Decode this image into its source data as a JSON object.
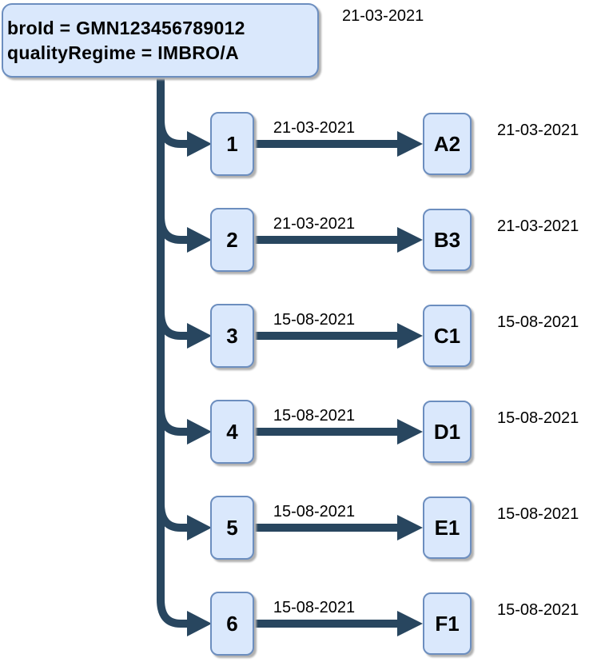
{
  "root": {
    "line1": "broId = GMN123456789012",
    "line2": "qualityRegime = IMBRO/A",
    "date": "21-03-2021"
  },
  "rows": [
    {
      "source": "1",
      "edge_date": "21-03-2021",
      "target": "A2",
      "target_date": "21-03-2021"
    },
    {
      "source": "2",
      "edge_date": "21-03-2021",
      "target": "B3",
      "target_date": "21-03-2021"
    },
    {
      "source": "3",
      "edge_date": "15-08-2021",
      "target": "C1",
      "target_date": "15-08-2021"
    },
    {
      "source": "4",
      "edge_date": "15-08-2021",
      "target": "D1",
      "target_date": "15-08-2021"
    },
    {
      "source": "5",
      "edge_date": "15-08-2021",
      "target": "E1",
      "target_date": "15-08-2021"
    },
    {
      "source": "6",
      "edge_date": "15-08-2021",
      "target": "F1",
      "target_date": "15-08-2021"
    }
  ],
  "colors": {
    "node_fill": "#dae8fc",
    "node_border": "#6c8ebf",
    "connector": "#28465f",
    "shadow": "#b0b0b0",
    "text": "#000000",
    "bg": "#ffffff"
  }
}
